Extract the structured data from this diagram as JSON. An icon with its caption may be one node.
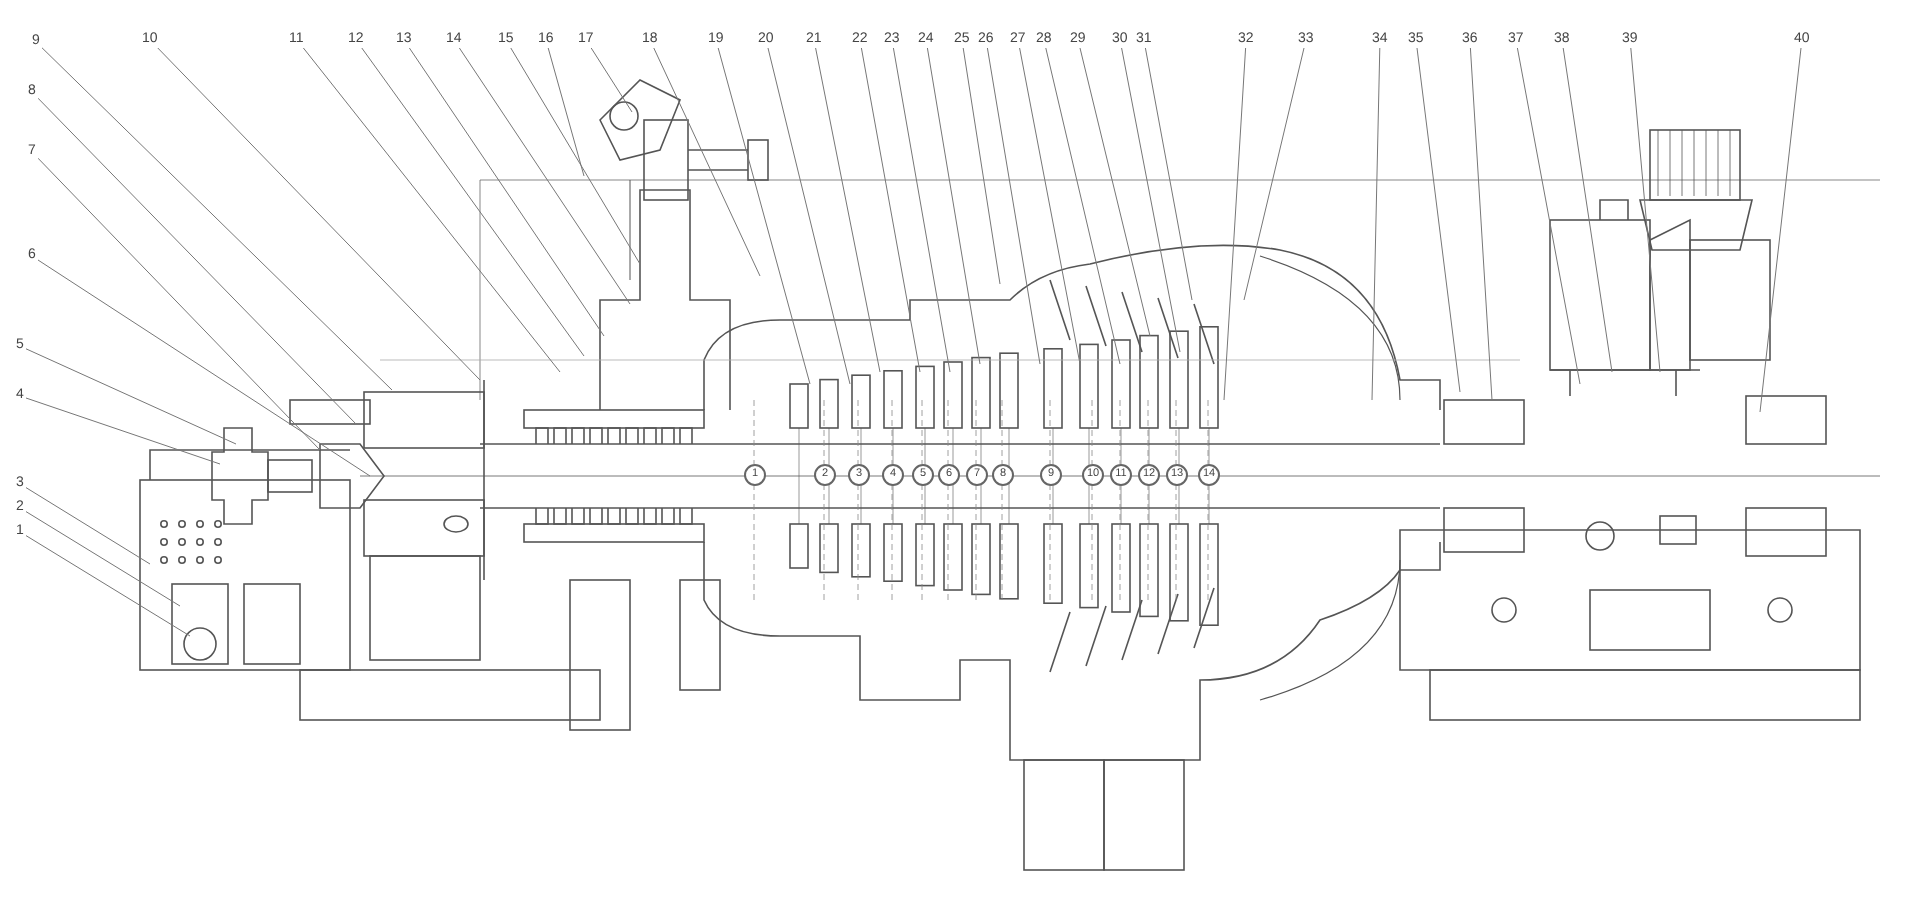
{
  "diagram": {
    "nodes": [
      {
        "text": [
          "1"
        ]
      },
      {
        "text": [
          "2"
        ]
      },
      {
        "text": [
          "3"
        ]
      },
      {
        "text": [
          "4"
        ]
      },
      {
        "text": [
          "5"
        ]
      },
      {
        "text": [
          "6"
        ]
      },
      {
        "text": [
          "7"
        ]
      },
      {
        "text": [
          "8"
        ]
      },
      {
        "text": [
          "9"
        ]
      },
      {
        "text": [
          "10"
        ]
      },
      {
        "text": [
          "11"
        ]
      },
      {
        "text": [
          "12"
        ]
      },
      {
        "text": [
          "13"
        ]
      },
      {
        "text": [
          "14"
        ]
      },
      {
        "text": [
          "15"
        ]
      },
      {
        "text": [
          "16"
        ]
      },
      {
        "text": [
          "17"
        ]
      },
      {
        "text": [
          "18"
        ]
      },
      {
        "text": [
          "19"
        ]
      },
      {
        "text": [
          "20"
        ]
      },
      {
        "text": [
          "21"
        ]
      },
      {
        "text": [
          "22"
        ]
      },
      {
        "text": [
          "23"
        ]
      },
      {
        "text": [
          "24"
        ]
      },
      {
        "text": [
          "25"
        ]
      },
      {
        "text": [
          "26"
        ]
      },
      {
        "text": [
          "27"
        ]
      },
      {
        "text": [
          "28"
        ]
      },
      {
        "text": [
          "29"
        ]
      },
      {
        "text": [
          "30"
        ]
      },
      {
        "text": [
          "31"
        ]
      },
      {
        "text": [
          "32"
        ]
      },
      {
        "text": [
          "33"
        ]
      },
      {
        "text": [
          "34"
        ]
      },
      {
        "text": [
          "35"
        ]
      },
      {
        "text": [
          "36"
        ]
      },
      {
        "text": [
          "37"
        ]
      },
      {
        "text": [
          "38"
        ]
      },
      {
        "text": [
          "39"
        ]
      },
      {
        "text": [
          "40"
        ]
      },
      {
        "text": [
          "1"
        ]
      },
      {
        "text": [
          "2"
        ]
      },
      {
        "text": [
          "3"
        ]
      },
      {
        "text": [
          "4"
        ]
      },
      {
        "text": [
          "5"
        ]
      },
      {
        "text": [
          "6"
        ]
      },
      {
        "text": [
          "7"
        ]
      },
      {
        "text": [
          "8"
        ]
      },
      {
        "text": [
          "9"
        ]
      },
      {
        "text": [
          "10"
        ]
      },
      {
        "text": [
          "11"
        ]
      },
      {
        "text": [
          "12"
        ]
      },
      {
        "text": [
          "13"
        ]
      },
      {
        "text": [
          "14"
        ]
      }
    ],
    "edges": [
      {
        "from": 0,
        "to": null,
        "arrow": "none"
      },
      {
        "from": 1,
        "to": null,
        "arrow": "none"
      },
      {
        "from": 2,
        "to": null,
        "arrow": "none"
      },
      {
        "from": 3,
        "to": null,
        "arrow": "none"
      },
      {
        "from": 4,
        "to": null,
        "arrow": "none"
      },
      {
        "from": 5,
        "to": null,
        "arrow": "none"
      },
      {
        "from": 6,
        "to": null,
        "arrow": "none"
      },
      {
        "from": 7,
        "to": null,
        "arrow": "none"
      },
      {
        "from": 8,
        "to": null,
        "arrow": "none"
      },
      {
        "from": 9,
        "to": null,
        "arrow": "none"
      },
      {
        "from": 10,
        "to": null,
        "arrow": "none"
      },
      {
        "from": 11,
        "to": null,
        "arrow": "none"
      },
      {
        "from": 12,
        "to": null,
        "arrow": "none"
      },
      {
        "from": 13,
        "to": null,
        "arrow": "none"
      },
      {
        "from": 14,
        "to": null,
        "arrow": "none"
      },
      {
        "from": 15,
        "to": null,
        "arrow": "none"
      },
      {
        "from": 16,
        "to": null,
        "arrow": "none"
      },
      {
        "from": 17,
        "to": null,
        "arrow": "none"
      },
      {
        "from": 18,
        "to": null,
        "arrow": "none"
      },
      {
        "from": 19,
        "to": null,
        "arrow": "none"
      },
      {
        "from": 20,
        "to": null,
        "arrow": "none"
      },
      {
        "from": 21,
        "to": null,
        "arrow": "none"
      },
      {
        "from": 22,
        "to": null,
        "arrow": "none"
      },
      {
        "from": 23,
        "to": null,
        "arrow": "none"
      },
      {
        "from": 24,
        "to": null,
        "arrow": "none"
      },
      {
        "from": 25,
        "to": null,
        "arrow": "none"
      },
      {
        "from": 26,
        "to": null,
        "arrow": "none"
      },
      {
        "from": 27,
        "to": null,
        "arrow": "none"
      },
      {
        "from": 28,
        "to": null,
        "arrow": "none"
      },
      {
        "from": 29,
        "to": null,
        "arrow": "none"
      },
      {
        "from": 30,
        "to": null,
        "arrow": "none"
      },
      {
        "from": 31,
        "to": null,
        "arrow": "none"
      },
      {
        "from": 32,
        "to": null,
        "arrow": "none"
      },
      {
        "from": 33,
        "to": null,
        "arrow": "none"
      },
      {
        "from": 34,
        "to": null,
        "arrow": "none"
      },
      {
        "from": 35,
        "to": null,
        "arrow": "none"
      },
      {
        "from": 36,
        "to": null,
        "arrow": "none"
      },
      {
        "from": 37,
        "to": null,
        "arrow": "none"
      },
      {
        "from": 38,
        "to": null,
        "arrow": "none"
      },
      {
        "from": 39,
        "to": null,
        "arrow": "none"
      }
    ]
  }
}
